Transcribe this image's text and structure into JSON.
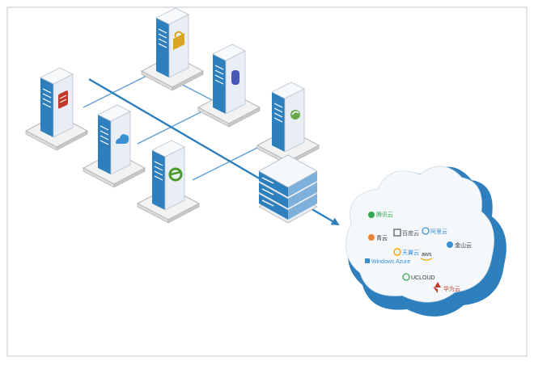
{
  "diagram": {
    "colors": {
      "frame_border": "#d9d9d9",
      "line": "#5b9bd5",
      "arrow": "#2e7fbd",
      "server_blue": "#2e7fbd",
      "server_light": "#e9eef4",
      "cloud_blue": "#2e7fbd",
      "cloud_face": "#f4f8fb"
    },
    "servers": [
      {
        "icon": "scroll-icon",
        "icon_color": "#c0392b"
      },
      {
        "icon": "lock-icon",
        "icon_color": "#d9a520"
      },
      {
        "icon": "cloud-icon",
        "icon_color": "#3a8fd1"
      },
      {
        "icon": "database-icon",
        "icon_color": "#4a56b8"
      },
      {
        "icon": "ie-browser-icon",
        "icon_color": "#4c9a2a"
      },
      {
        "icon": "refresh-icon",
        "icon_color": "#6aa84f"
      }
    ],
    "cloud_vendors": {
      "tencent": "腾讯云",
      "baidu": "百度云",
      "aliyun": "阿里云",
      "qingyun": "青云",
      "tianyi": "天翼云",
      "kingsoft": "金山云",
      "azure": "Windows Azure",
      "aws": "aws",
      "ucloud": "UCLOUD",
      "huawei": "华为云"
    }
  }
}
